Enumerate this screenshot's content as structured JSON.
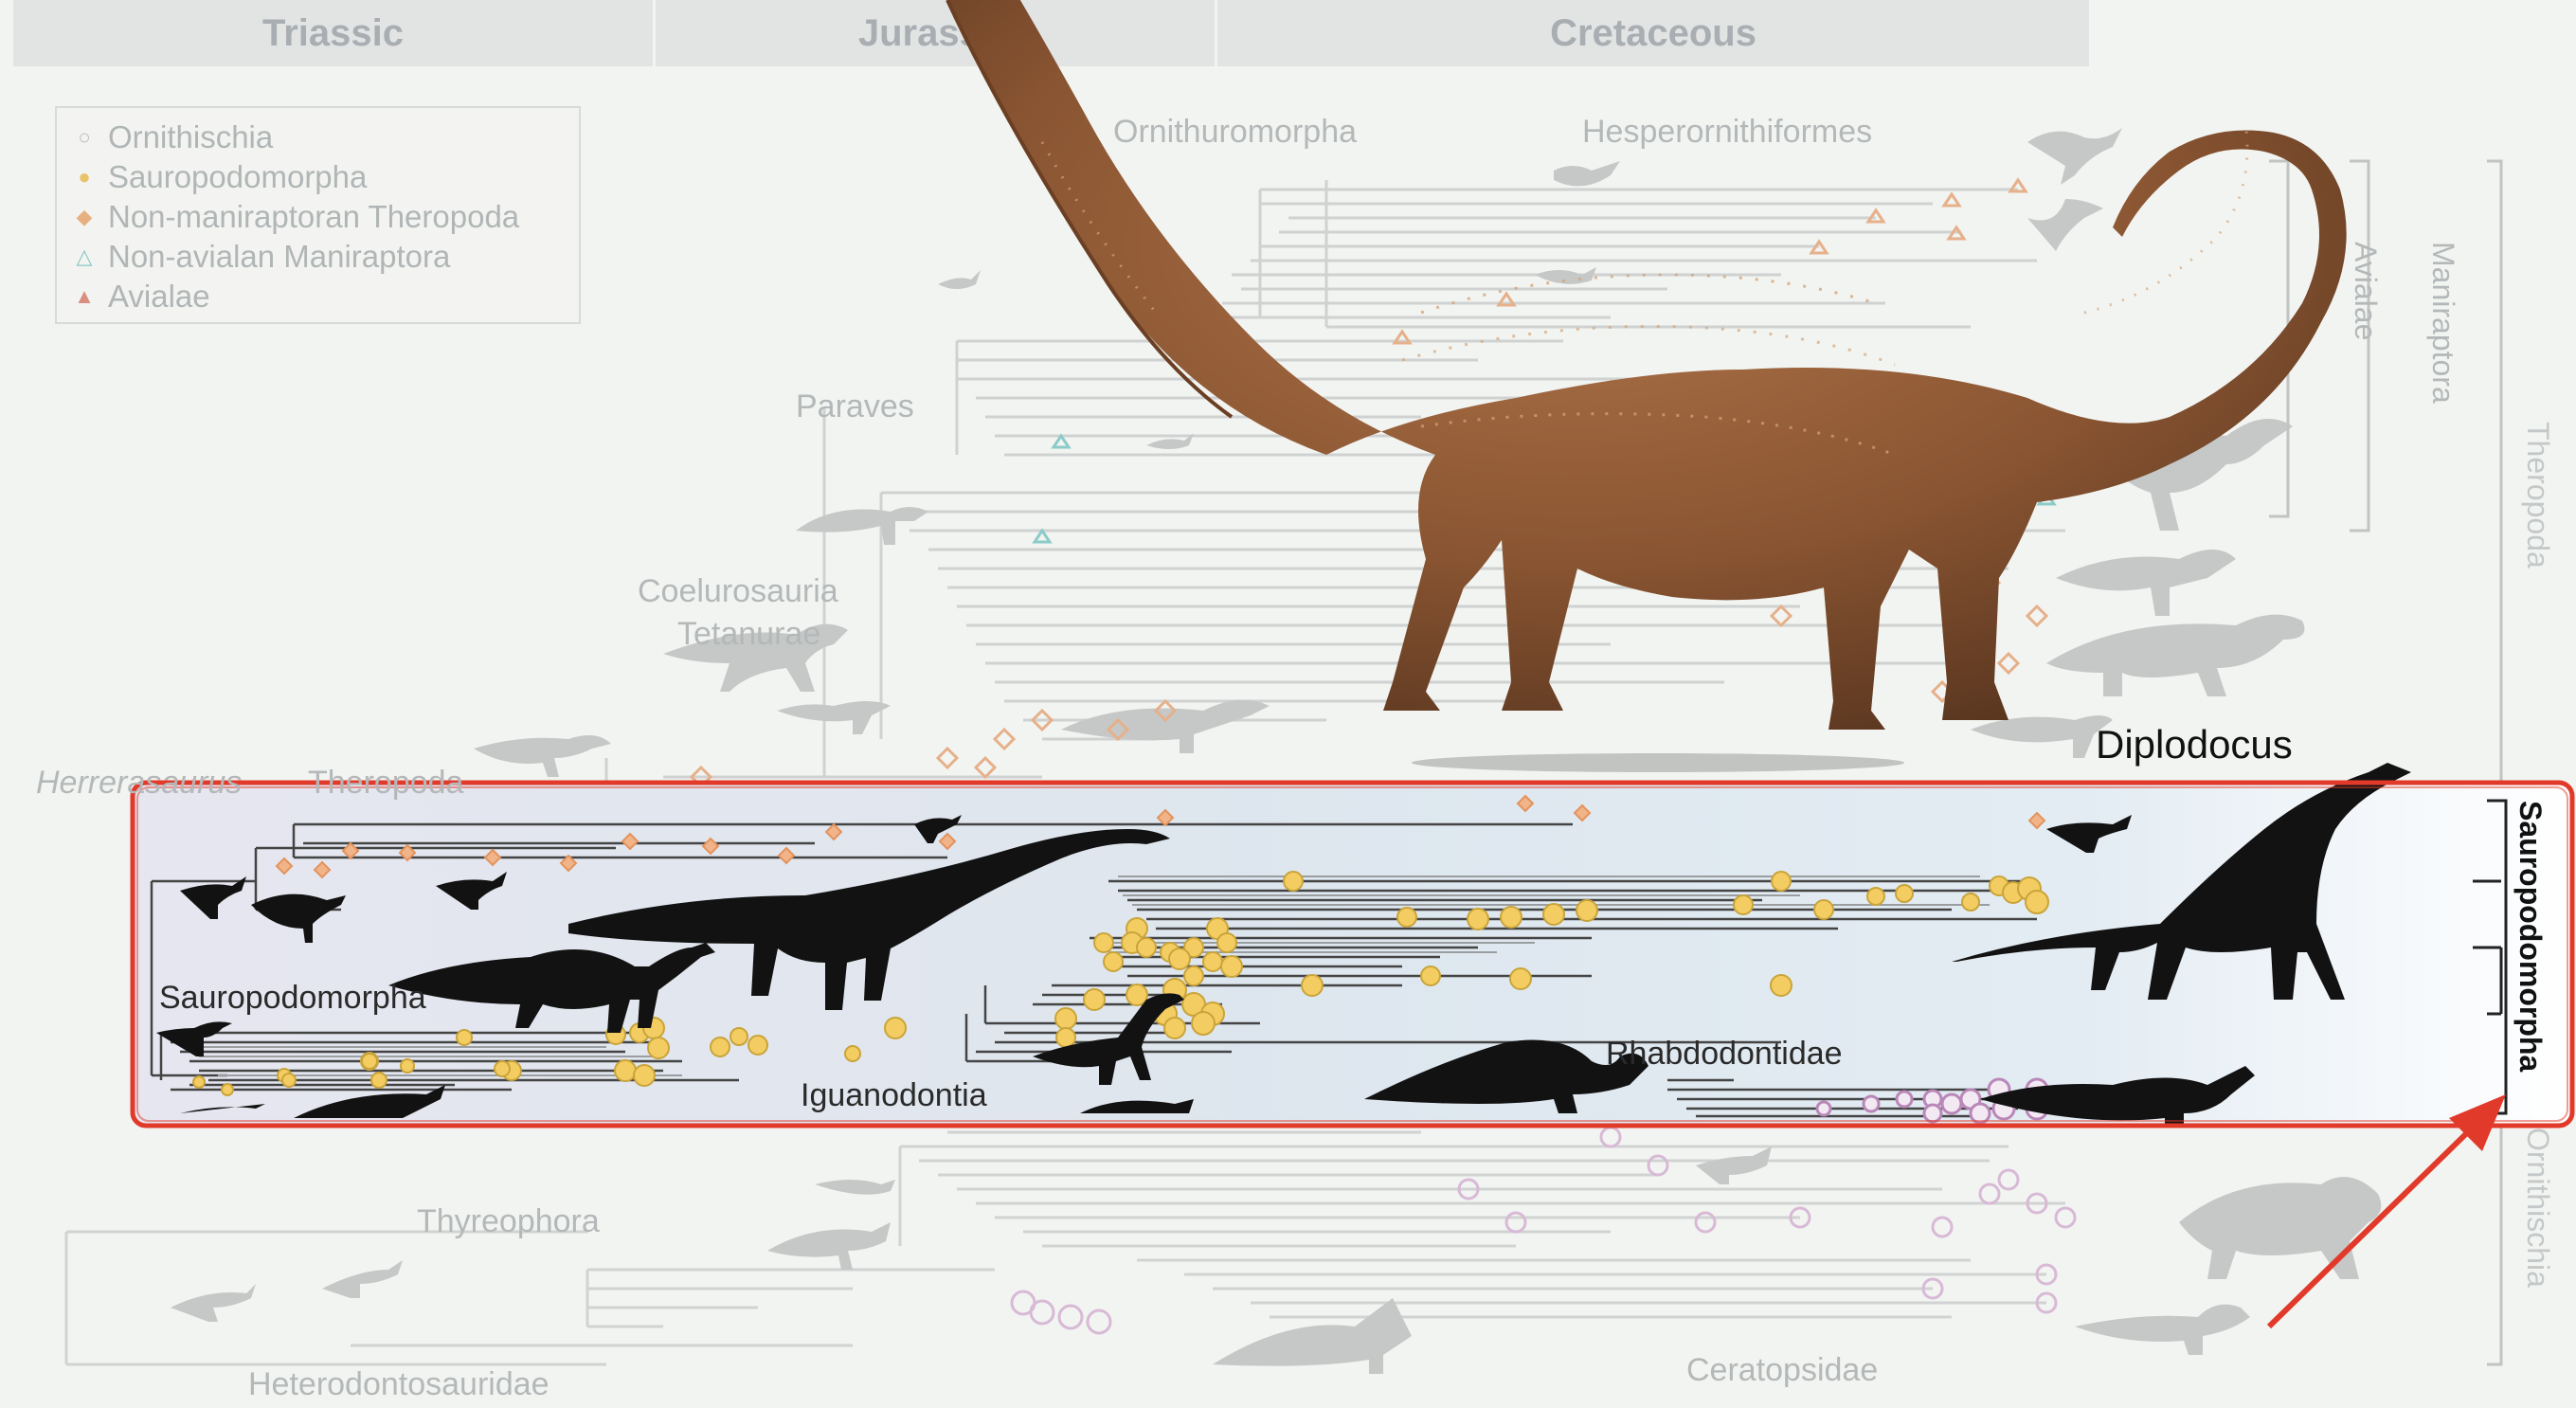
{
  "periods": [
    "Triassic",
    "Jurassic",
    "Cretaceous"
  ],
  "legend": [
    {
      "label": "Ornithischia",
      "symbol": "○",
      "color": "#b9bdbd"
    },
    {
      "label": "Sauropodomorpha",
      "symbol": "●",
      "color": "#e9c36a"
    },
    {
      "label": "Non-maniraptoran Theropoda",
      "symbol": "◆",
      "color": "#e8b07f"
    },
    {
      "label": "Non-avialan Maniraptora",
      "symbol": "△",
      "color": "#86c7c7"
    },
    {
      "label": "Avialae",
      "symbol": "▲",
      "color": "#d98f7f"
    }
  ],
  "clades": {
    "ornithuromorpha": "Ornithuromorpha",
    "hesperornithiformes": "Hesperornithiformes",
    "paraves": "Paraves",
    "coelurosauria": "Coelurosauria",
    "tetanurae": "Tetanurae",
    "herrerasaurus": "Herrerasaurus",
    "theropoda": "Theropoda",
    "sauropodomorpha": "Sauropodomorpha",
    "iguanodontia": "Iguanodontia",
    "rhabdodontidae": "Rhabdodontidae",
    "thyreophora": "Thyreophora",
    "heterodontosauridae": "Heterodontosauridae",
    "ceratopsidae": "Ceratopsidae"
  },
  "right_labels": {
    "avialae": "Avialae",
    "maniraptora": "Maniraptora",
    "theropoda": "Theropoda",
    "sauropodomorpha": "Sauropodomorpha",
    "ornithischia": "Ornithischia"
  },
  "annotation": "Diplodocus",
  "colors": {
    "highlight_box": "#e23a2a",
    "arrow": "#e23a2a",
    "tree_line": "#c9cccb",
    "sauropod_point": "#f2c85a",
    "ornithischian_point": "#c7a3c9"
  }
}
